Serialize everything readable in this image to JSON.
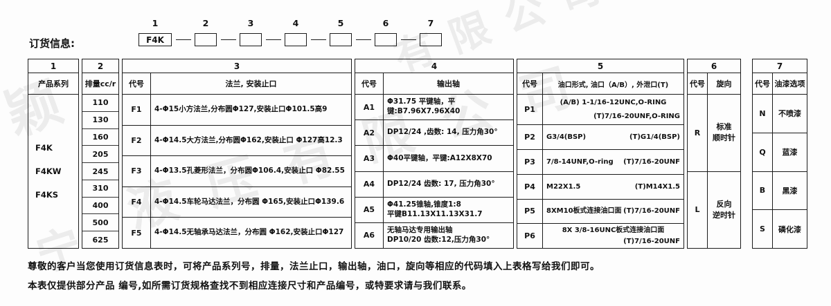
{
  "watermark": {
    "frag1": "有限公司",
    "frag2": "颖",
    "frag3": "液压有限公司",
    "frag4": "宁"
  },
  "order": {
    "label": "订货信息:",
    "numbers": [
      "1",
      "2",
      "3",
      "4",
      "5",
      "6",
      "7"
    ],
    "series_code": "F4K"
  },
  "table": {
    "series": {
      "num": "1",
      "title": "产品系列",
      "items": [
        "F4K",
        "F4KW",
        "F4KS"
      ]
    },
    "displacement": {
      "num": "2",
      "title": "排量cc/r",
      "values": [
        "110",
        "130",
        "160",
        "205",
        "245",
        "310",
        "400",
        "500",
        "625"
      ]
    },
    "flange": {
      "num": "3",
      "code_header": "代号",
      "title": "法兰, 安装止口",
      "rows": [
        {
          "code": "F1",
          "desc": "4-Φ15小方法兰,分布圆Φ127,安装止口Φ101.5高9"
        },
        {
          "code": "F2",
          "desc": "4-Φ14.5大方法兰,分布圆Φ162,安装止口 Φ127高12.3"
        },
        {
          "code": "F3",
          "desc": "4-Φ13.5孔菱形法兰，分布圆Φ106.4,安装止口 Φ82.55"
        },
        {
          "code": "F4",
          "desc": "4-Φ14.5车轮马达法兰，分布圆 Φ165,安装止口Φ139.6"
        },
        {
          "code": "F5",
          "desc": "4-Φ14.5无轴承马达法兰，分布圆 Φ162,安装止口Φ127"
        }
      ]
    },
    "shaft": {
      "num": "4",
      "code_header": "代号",
      "title": "输出轴",
      "rows": [
        {
          "code": "A1",
          "line1": "Φ31.75 平键轴，平键:B7.96X7.96X40",
          "line2": ""
        },
        {
          "code": "A2",
          "line1": "DP12/24 ,齿数: 14, 压力角30°",
          "line2": ""
        },
        {
          "code": "A3",
          "line1": "Φ40平键轴，平键:A12X8X70",
          "line2": ""
        },
        {
          "code": "A4",
          "line1": "DP12/24 齿数: 17, 压力角30°",
          "line2": ""
        },
        {
          "code": "A5",
          "line1": "Φ41.25锥轴,锥度1:8",
          "line2": "平键B11.13X11.13X31.7"
        },
        {
          "code": "A6",
          "line1": "无轴马达专用输出轴",
          "line2": "DP10/20 齿数:12,压力角30°"
        }
      ]
    },
    "port": {
      "num": "5",
      "code_header": "代号",
      "title": "油口形式, 油口（A/B）, 外泄口(T)",
      "rows": [
        {
          "code": "P1",
          "main": "(A/B) 1-1/16-12UNC,O-RING",
          "t": "(T)7/16-20UNF,O-RING"
        },
        {
          "code": "P2",
          "main": "G3/4(BSP)",
          "t": "(T)G1/4(BSP)"
        },
        {
          "code": "P3",
          "main": "7/8-14UNF,O-ring",
          "t": "(T)7/16-20UNF"
        },
        {
          "code": "P4",
          "main": "M22X1.5",
          "t": "(T)M14X1.5"
        },
        {
          "code": "P5",
          "main": "8XM10板式连接油口面",
          "t": "(T)7/16-20UNF"
        },
        {
          "code": "P6",
          "main": "8X 3/8-16UNC板式连接油口面",
          "t": "(T)7/16-20UNF"
        }
      ]
    },
    "rotation": {
      "num": "6",
      "code_header": "代号",
      "title": "旋向",
      "rows": [
        {
          "code": "R",
          "line1": "标准",
          "line2": "顺时针"
        },
        {
          "code": "L",
          "line1": "反向",
          "line2": "逆时针"
        }
      ]
    },
    "paint": {
      "num": "7",
      "code_header": "代号",
      "title": "油漆选项",
      "rows": [
        {
          "code": "N",
          "desc": "不喷漆"
        },
        {
          "code": "Q",
          "desc": "蓝漆"
        },
        {
          "code": "B",
          "desc": "黑漆"
        },
        {
          "code": "S",
          "desc": "磷化漆"
        }
      ]
    }
  },
  "footer": {
    "line1": "尊敬的客户当您使用订货信息表时，可将产品系列号，排量，法兰止口，输出轴，油口，旋向等相应的代码填入上表格写给我们即可。",
    "line2": "本表仅提供部分产品 编号,如所需订货规格查找不到相应连接尺寸和产品编号，或特要求请与我们联系。"
  }
}
